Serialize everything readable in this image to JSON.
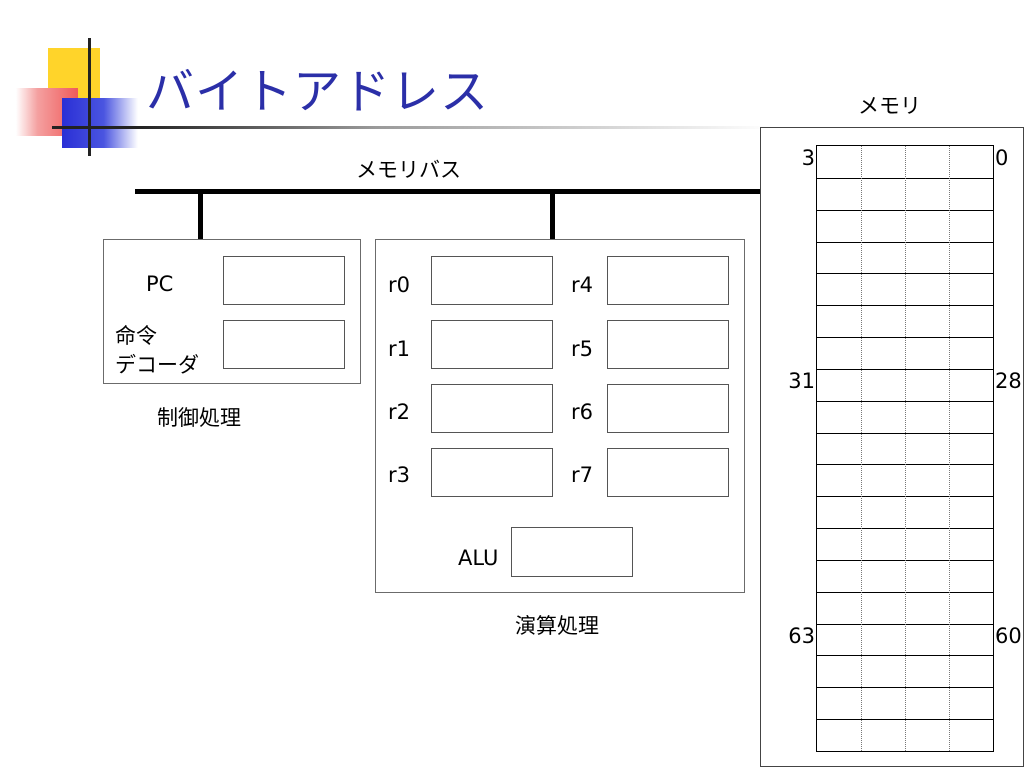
{
  "slide": {
    "title": "バイトアドレス",
    "colors": {
      "title": "#2b2fa8",
      "deco_yellow": "#ffd42a",
      "deco_red": "#f05a5a",
      "deco_blue": "#2a2fd6"
    }
  },
  "bus": {
    "label": "メモリバス"
  },
  "control_unit": {
    "caption": "制御処理",
    "pc_label": "PC",
    "decoder_label_line1": "命令",
    "decoder_label_line2": "デコーダ"
  },
  "arith_unit": {
    "caption": "演算処理",
    "registers_left": [
      "r0",
      "r1",
      "r2",
      "r3"
    ],
    "registers_right": [
      "r4",
      "r5",
      "r6",
      "r7"
    ],
    "alu_label": "ALU"
  },
  "memory": {
    "title": "メモリ",
    "row_count": 19,
    "byte_columns": 4,
    "address_labels": [
      {
        "row": 0,
        "left": "3",
        "right": "0"
      },
      {
        "row": 7,
        "left": "31",
        "right": "28"
      },
      {
        "row": 15,
        "left": "63",
        "right": "60"
      }
    ]
  }
}
